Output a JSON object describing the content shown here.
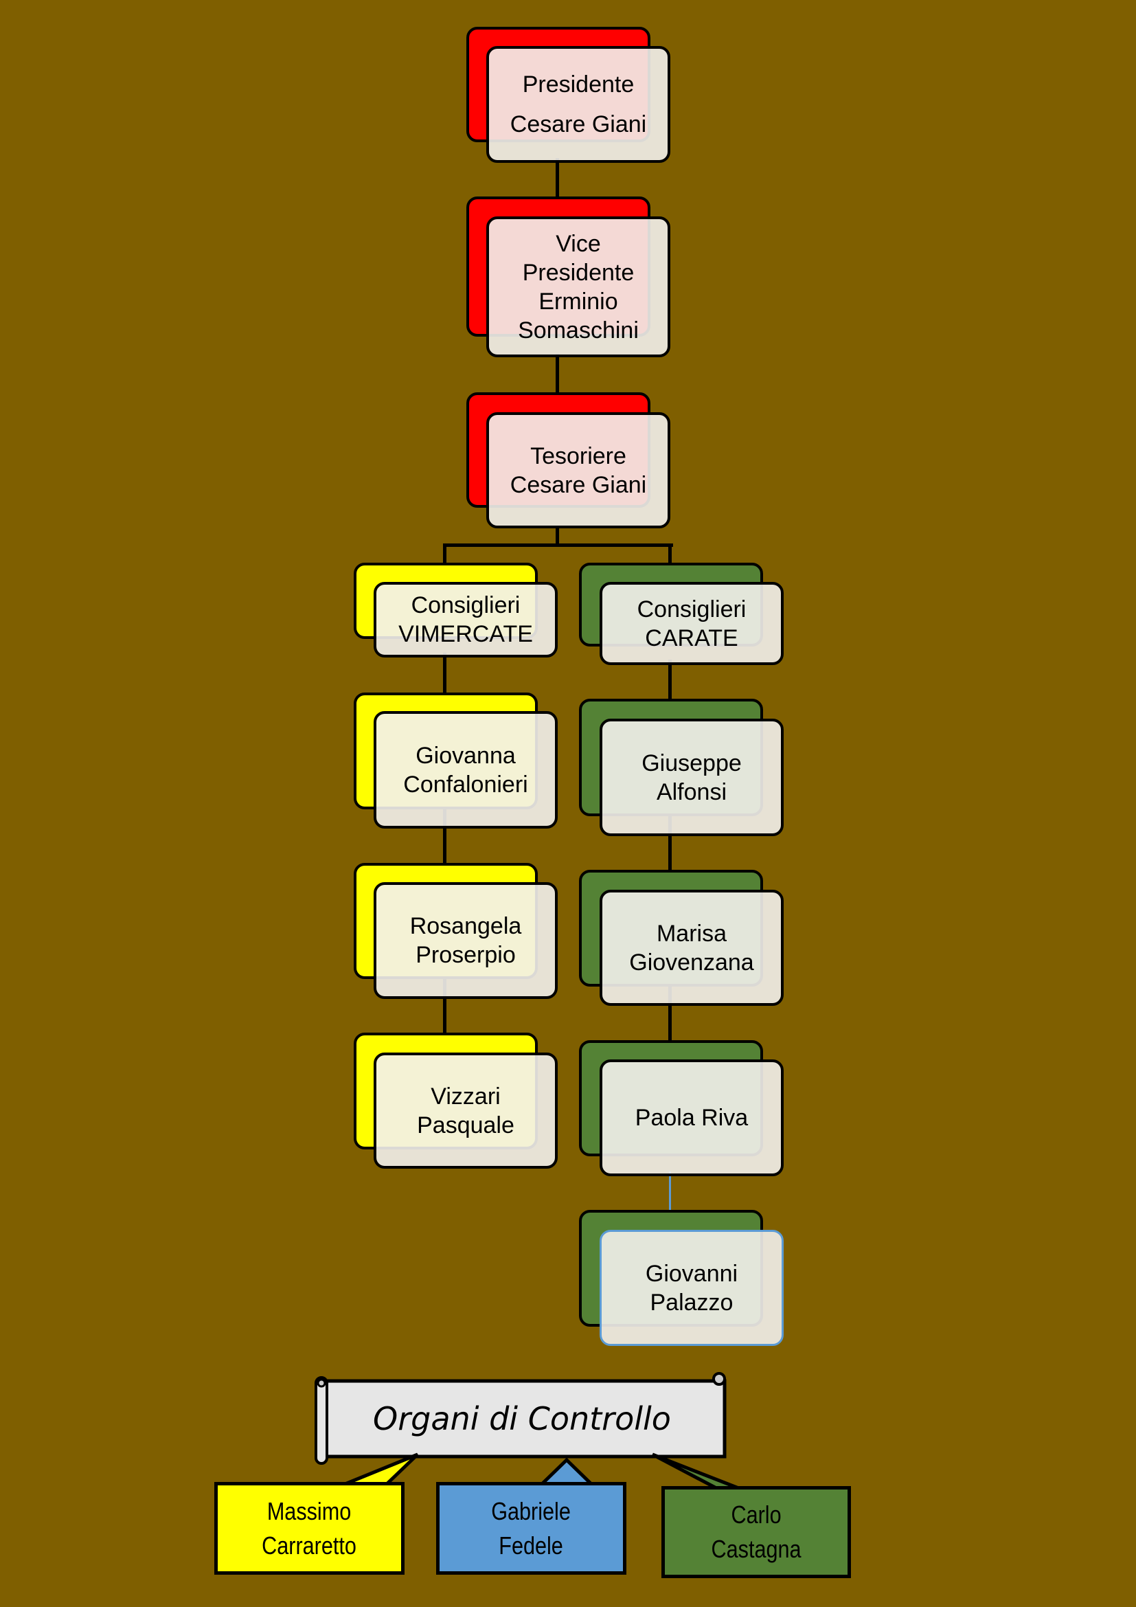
{
  "colors": {
    "background": "#7f5f00",
    "leadership": "#ff0000",
    "vimercate": "#ffff00",
    "carate": "#548235",
    "blue": "#5b9bd5"
  },
  "leadership": [
    {
      "role": "Presidente",
      "name": "Cesare Giani"
    },
    {
      "role": "Vice Presidente",
      "name": "Erminio Somaschini"
    },
    {
      "role": "Tesoriere",
      "name": "Cesare Giani"
    }
  ],
  "vimercate": {
    "title": "Consiglieri\nVIMERCATE",
    "members": [
      "Giovanna\nConfalonieri",
      "Rosangela\nProserpio",
      "Vizzari\nPasquale"
    ]
  },
  "carate": {
    "title": "Consiglieri\nCARATE",
    "members": [
      "Giuseppe\nAlfonsi",
      "Marisa\nGiovenzana",
      "Paola Riva",
      "Giovanni\nPalazzo"
    ]
  },
  "control": {
    "title": "Organi di Controllo",
    "members": [
      "Massimo\nCarraretto",
      "Gabriele\nFedele",
      "Carlo\nCastagna"
    ]
  }
}
